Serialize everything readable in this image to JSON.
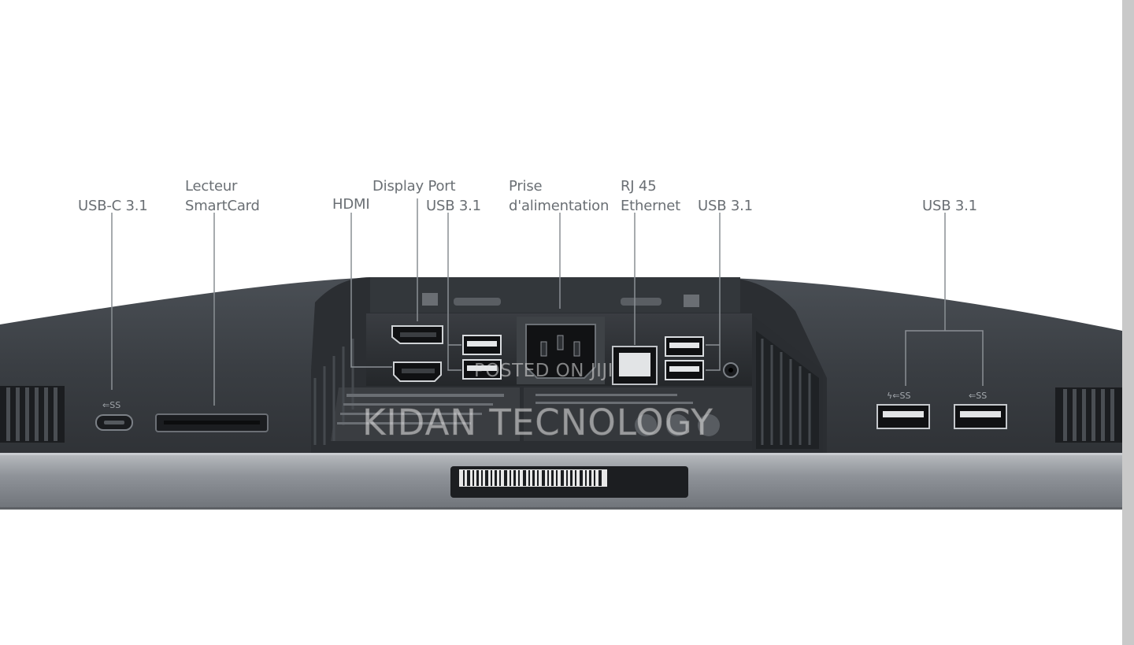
{
  "labels": {
    "usb_c": "USB-C 3.1",
    "smartcard_line1": "Lecteur",
    "smartcard_line2": "SmartCard",
    "hdmi": "HDMI",
    "displayport": "Display Port",
    "usb_left": "USB 3.1",
    "power_line1": "Prise",
    "power_line2": "d'alimentation",
    "rj45_line1": "RJ 45",
    "rj45_line2": "Ethernet",
    "usb_right": "USB 3.1",
    "usb_side": "USB 3.1"
  },
  "watermark": {
    "line1": "POSTED ON JIJI",
    "line2": "KIDAN TECNOLOGY"
  },
  "colors": {
    "label_text": "#6a6f74",
    "leader_line": "#8a8f94",
    "monitor_body": "#3b3f44",
    "monitor_bezel": "#8e9399",
    "port_panel": "#2f3236"
  }
}
